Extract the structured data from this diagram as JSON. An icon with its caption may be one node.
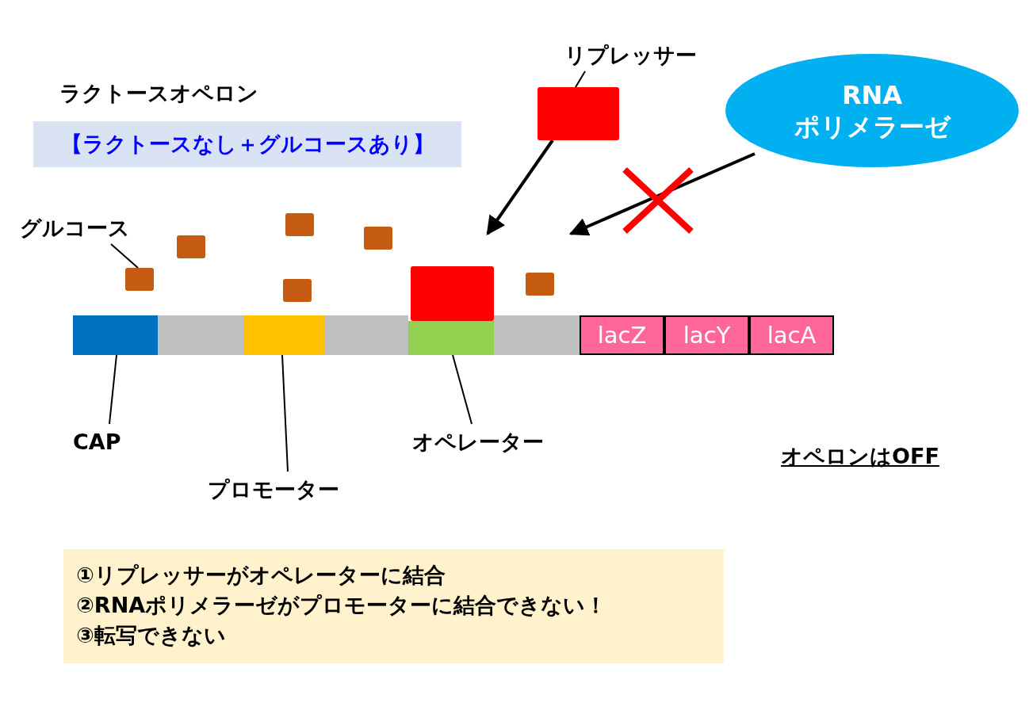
{
  "diagram": {
    "title": "ラクトースオペロン",
    "nodes": [
      {
        "text": [
          "リプレッサー"
        ]
      },
      {
        "text": [],
        "shape": "box"
      },
      {
        "text": [
          "RNA ポリメラーゼ"
        ]
      },
      {
        "text": [
          "【ラクトースなし＋グルコースあり】"
        ]
      },
      {
        "text": [
          "グルコース"
        ]
      },
      {
        "text": [],
        "shape": "box"
      },
      {
        "text": [],
        "shape": "box"
      },
      {
        "text": [],
        "shape": "box"
      },
      {
        "text": [],
        "shape": "box"
      },
      {
        "text": [],
        "shape": "box"
      },
      {
        "text": [],
        "shape": "box"
      },
      {
        "text": [],
        "shape": "box"
      },
      {
        "text": [],
        "shape": "bar"
      },
      {
        "text": [],
        "shape": "bar"
      },
      {
        "text": [],
        "shape": "bar"
      },
      {
        "text": [],
        "shape": "bar"
      },
      {
        "text": [],
        "shape": "bar"
      },
      {
        "text": [],
        "shape": "bar"
      },
      {
        "text": [
          "lacZ"
        ]
      },
      {
        "text": [
          "lacY"
        ]
      },
      {
        "text": [
          "lacA"
        ]
      },
      {
        "text": [
          "CAP"
        ]
      },
      {
        "text": [
          "プロモーター"
        ]
      },
      {
        "text": [
          "オペレーター"
        ]
      },
      {
        "text": [
          "①リプレッサーがオペレーターに結合",
          "②RNAポリメラーゼがプロモーターに結合できない！",
          "③転写できない"
        ]
      }
    ],
    "edges": [
      {
        "from": 0,
        "to": 1,
        "arrow": "none"
      },
      {
        "from": 4,
        "to": 5,
        "arrow": "none"
      },
      {
        "from": 1,
        "to": null,
        "arrow": "to",
        "style": "thick"
      },
      {
        "from": 2,
        "to": null,
        "arrow": "to",
        "style": "thick"
      },
      {
        "from": 21,
        "to": 12,
        "arrow": "none"
      },
      {
        "from": 22,
        "to": 14,
        "arrow": "none"
      },
      {
        "from": 23,
        "to": 16,
        "arrow": "none"
      }
    ],
    "labels": [
      "オペロンはOFF"
    ]
  }
}
